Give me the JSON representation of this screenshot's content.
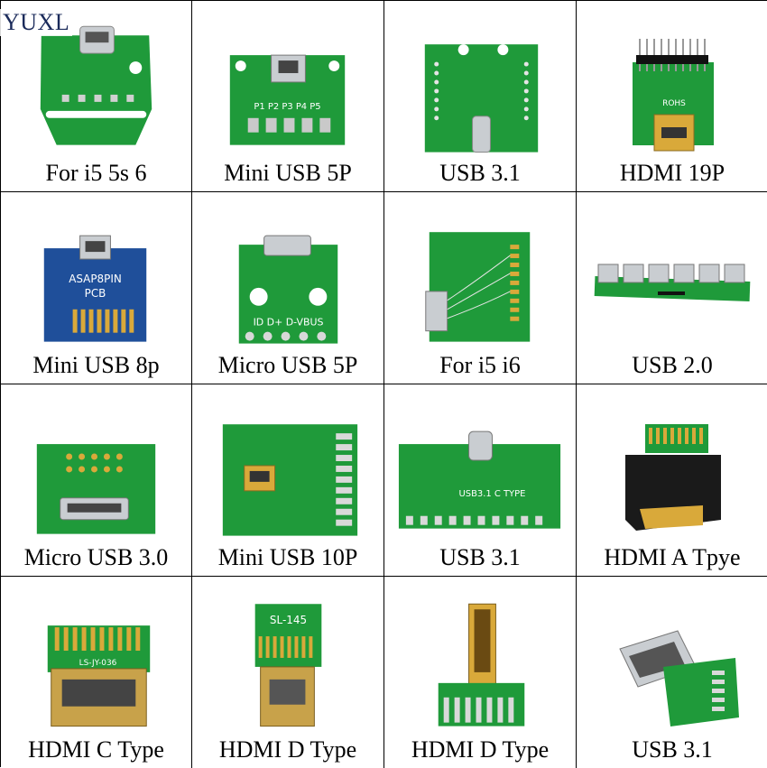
{
  "brand": "YUXL",
  "tiles": [
    {
      "label": "For i5 5s 6"
    },
    {
      "label": "Mini USB 5P"
    },
    {
      "label": "USB 3.1"
    },
    {
      "label": "HDMI 19P"
    },
    {
      "label": "Mini USB 8p"
    },
    {
      "label": "Micro USB 5P"
    },
    {
      "label": "For i5 i6"
    },
    {
      "label": "USB 2.0"
    },
    {
      "label": "Micro USB 3.0"
    },
    {
      "label": "Mini USB 10P"
    },
    {
      "label": "USB 3.1"
    },
    {
      "label": "HDMI A Tpye"
    },
    {
      "label": "HDMI C Type"
    },
    {
      "label": "HDMI D Type"
    },
    {
      "label": "HDMI D Type"
    },
    {
      "label": "USB 3.1"
    }
  ],
  "pcb_marks": {
    "mini5p_pins": [
      "P1",
      "P2",
      "P3",
      "P4",
      "P5"
    ],
    "asap": [
      "ASAP8PIN",
      "PCB"
    ],
    "micro5p_pins": "ID D+ D-VBUS",
    "usb31_text": "USB3.1  C  TYPE",
    "hdmi19_text": "ROHS",
    "hdmic_text": "LS-JY-036",
    "hdmid_text": "SL-145"
  },
  "colors": {
    "pcb_green": "#1f9a3a",
    "pcb_dark": "#137a2a",
    "pcb_blue": "#1f4f9a",
    "gold": "#d9a93a",
    "silver": "#c9cdd1"
  }
}
